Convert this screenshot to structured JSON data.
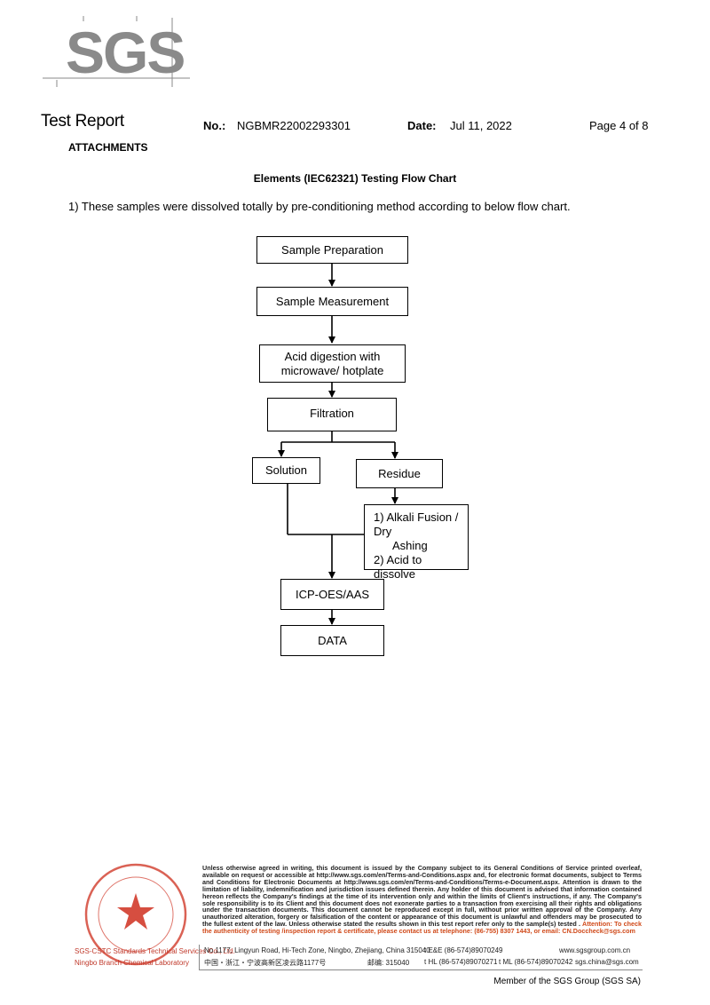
{
  "header": {
    "logo_text": "SGS",
    "title": "Test Report",
    "no_label": "No.:",
    "no_value": "NGBMR22002293301",
    "date_label": "Date:",
    "date_value": "Jul 11, 2022",
    "page": "Page 4 of 8"
  },
  "section": "ATTACHMENTS",
  "flow_title": "Elements (IEC62321)  Testing Flow Chart",
  "intro": "1) These samples were dissolved  totally by pre-conditioning  method according to below flow chart.",
  "flowchart": {
    "sample_preparation": "Sample Preparation",
    "sample_measurement": "Sample Measurement",
    "acid_digestion_1": "Acid digestion with",
    "acid_digestion_2": "microwave/  hotplate",
    "filtration": "Filtration",
    "solution": "Solution",
    "residue": "Residue",
    "alkali_1": "1)  Alkali Fusion / Dry",
    "alkali_2": "Ashing",
    "alkali_3": "2)  Acid to dissolve",
    "icp": "ICP-OES/AAS",
    "data": "DATA"
  },
  "footer": {
    "legal_1": "Unless otherwise agreed in writing, this document is issued by the Company subject to its General Conditions of Service printed overleaf, available on request or accessible at http://www.sgs.com/en/Terms-and-Conditions.aspx and, for electronic format documents, subject to Terms and Conditions for Electronic Documents at http://www.sgs.com/en/Terms-and-Conditions/Terms-e-Document.aspx. Attention is drawn to the limitation of liability, indemnification and jurisdiction issues defined therein. Any holder of this document is advised that information contained hereon reflects the Company's findings at the time of its intervention only and within the limits of Client's instructions, if any. The Company's sole responsibility is to its Client and this document does not exonerate parties to a transaction from exercising all their rights and obligations under the transaction documents. This document cannot be reproduced except in full, without prior written approval of the Company. Any unauthorized alteration, forgery or falsification of the content or appearance of this document is unlawful and offenders may be prosecuted to the fullest extent of the law. Unless otherwise stated the results shown in this test report refer only to the sample(s) tested .",
    "legal_2": "Attention: To check the authenticity of testing /inspection report & certificate, please contact us at telephone: (86-755) 8307 1443, or email: CN.Doccheck@sgs.com",
    "addr_en": "No.1177, Lingyun Road, Hi-Tech Zone, Ningbo, Zhejiang, China 315040",
    "tel_en": "t E&E (86-574)89070249",
    "web": "www.sgsgroup.com.cn",
    "addr_cn": "中国・浙江・宁波高新区凌云路1177号",
    "postal_cn": "邮编: 315040",
    "tel_cn_1": "t HL  (86-574)89070271",
    "tel_cn_2": "t ML  (86-574)89070242",
    "email": "sgs.china@sgs.com",
    "stamp_line_1": "SGS-CSTC Standards Technical Services Co., Ltd.",
    "stamp_line_2": "Ningbo Branch Chemical Laboratory",
    "member": "Member of the SGS Group (SGS SA)"
  },
  "colors": {
    "logo_gray": "#8a8a8a",
    "stamp_red": "#d13b2b",
    "warn_orange": "#d04a1a"
  }
}
